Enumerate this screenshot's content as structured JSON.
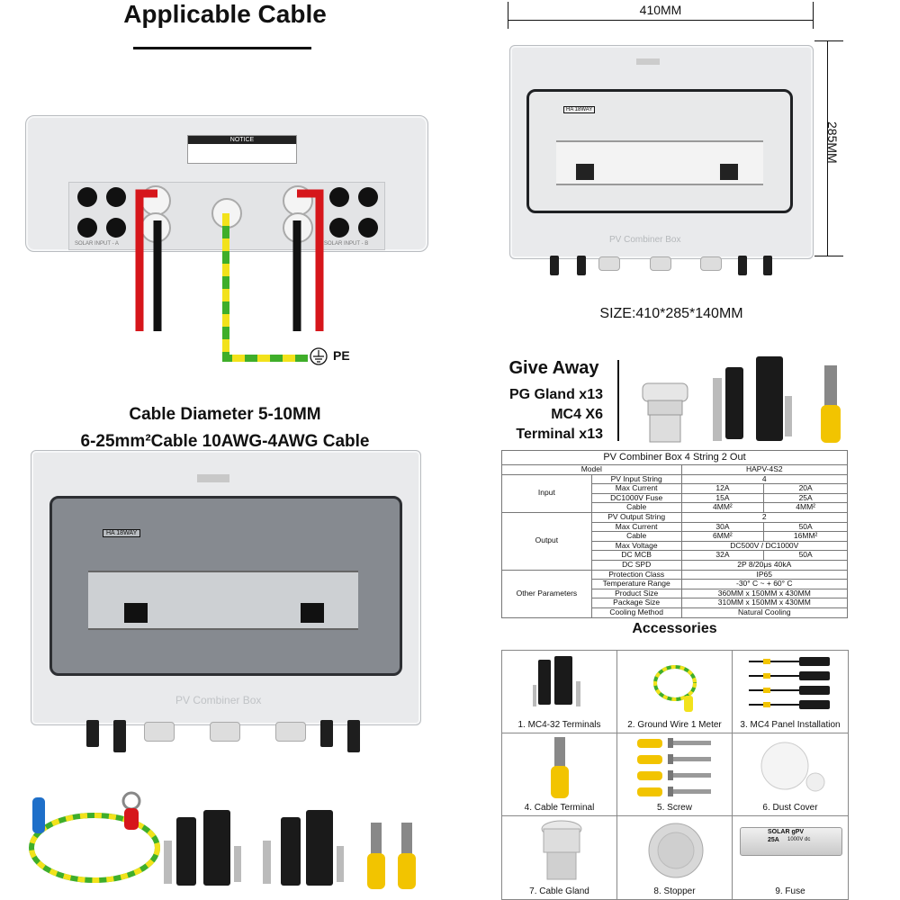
{
  "left_top": {
    "title": "Applicable Cable",
    "notice": "NOTICE",
    "solar_input_a": "SOLAR INPUT - A",
    "solar_input_b": "SOLAR INPUT - B",
    "pe": "PE"
  },
  "cable_info": {
    "diameter": "Cable Diameter 5-10MM",
    "size": "6-25mm²Cable  10AWG-4AWG Cable"
  },
  "right_top": {
    "width_dim": "410MM",
    "height_dim": "285MM",
    "size": "SIZE:410*285*140MM",
    "door_tag": "HA 18WAY",
    "box_label": "PV Combiner Box"
  },
  "giveaway": {
    "title": "Give Away",
    "items": [
      "PG Gland x13",
      "MC4 X6",
      "Terminal x13"
    ]
  },
  "lower_box": {
    "door_tag": "HA 18WAY",
    "box_label": "PV Combiner Box"
  },
  "spec_table": {
    "title": "PV Combiner Box 4 String 2 Out",
    "model_label": "Model",
    "model_value": "HAPV-4S2",
    "input_group": "Input",
    "output_group": "Output",
    "other_group": "Other Parameters",
    "rows": {
      "pv_input_string": [
        "PV  Input  String",
        "4"
      ],
      "max_current_in": [
        "Max  Current",
        "12A",
        "20A"
      ],
      "fuse": [
        "DC1000V Fuse",
        "15A",
        "25A"
      ],
      "cable_in": [
        "Cable",
        "4MM²",
        "4MM²"
      ],
      "pv_output_string": [
        "PV  Output  String",
        "2"
      ],
      "max_current_out": [
        "Max  Current",
        "30A",
        "50A"
      ],
      "cable_out": [
        "Cable",
        "6MM²",
        "16MM²"
      ],
      "max_voltage": [
        "Max  Voltage",
        "DC500V / DC1000V"
      ],
      "dc_mcb": [
        "DC  MCB",
        "32A",
        "50A"
      ],
      "dc_spd": [
        "DC  SPD",
        "2P 8/20μs 40kA"
      ],
      "protection": [
        "Protection Class",
        "IP65"
      ],
      "temperature": [
        "Temperature Range",
        "-30° C  ~ + 60° C"
      ],
      "product_size": [
        "Product  Size",
        "360MM x 150MM x 430MM"
      ],
      "package_size": [
        "Package  Size",
        "310MM x 150MM x 430MM"
      ],
      "cooling": [
        "Cooling  Method",
        "Natural Cooling"
      ]
    }
  },
  "accessories": {
    "title": "Accessories",
    "items": [
      {
        "label": "1. MC4-32 Terminals",
        "icon": "mc4-connector-icon"
      },
      {
        "label": "2.  Ground Wire 1 Meter",
        "icon": "ground-wire-icon"
      },
      {
        "label": "3. MC4 Panel Installation",
        "icon": "mc4-panel-icon"
      },
      {
        "label": "4. Cable Terminal",
        "icon": "cable-terminal-icon"
      },
      {
        "label": "5. Screw",
        "icon": "screw-icon"
      },
      {
        "label": "6. Dust Cover",
        "icon": "dust-cover-icon"
      },
      {
        "label": "7. Cable Gland",
        "icon": "cable-gland-icon"
      },
      {
        "label": "8. Stopper",
        "icon": "stopper-icon"
      },
      {
        "label": "9. Fuse",
        "icon": "fuse-icon"
      }
    ],
    "fuse_text": [
      "SOLAR gPV",
      "25A",
      "1000V dc"
    ]
  },
  "colors": {
    "red_cable": "#d6161b",
    "black_cable": "#111111",
    "ground_green": "#3fae2a",
    "ground_yellow": "#f2e21b",
    "terminal_yellow": "#f2c400"
  }
}
